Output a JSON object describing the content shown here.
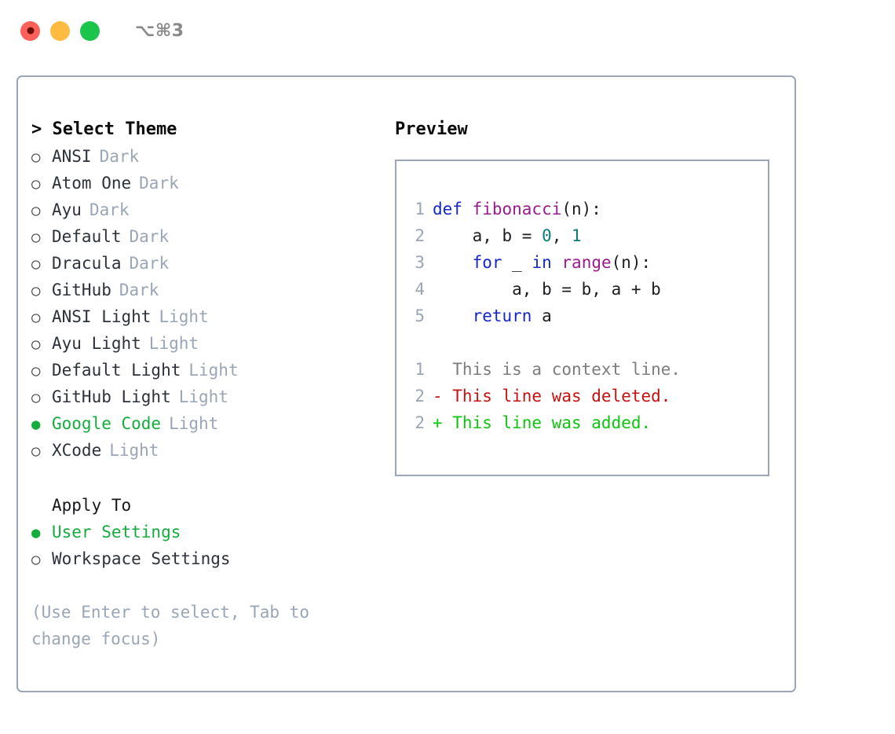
{
  "titlebar": {
    "shortcut": "⌥⌘3",
    "buttons": [
      {
        "name": "close",
        "color": "#fc6058"
      },
      {
        "name": "minimize",
        "color": "#fdbc40"
      },
      {
        "name": "zoom",
        "color": "#1bc54c"
      }
    ]
  },
  "theme_panel": {
    "heading": "> Select Theme",
    "marker_selected": "●",
    "marker_unselected": "○",
    "options": [
      {
        "name": "ANSI",
        "badge": "Dark",
        "selected": false
      },
      {
        "name": "Atom One",
        "badge": "Dark",
        "selected": false
      },
      {
        "name": "Ayu",
        "badge": "Dark",
        "selected": false
      },
      {
        "name": "Default",
        "badge": "Dark",
        "selected": false
      },
      {
        "name": "Dracula",
        "badge": "Dark",
        "selected": false
      },
      {
        "name": "GitHub",
        "badge": "Dark",
        "selected": false
      },
      {
        "name": "ANSI Light",
        "badge": "Light",
        "selected": false
      },
      {
        "name": "Ayu Light",
        "badge": "Light",
        "selected": false
      },
      {
        "name": "Default Light",
        "badge": "Light",
        "selected": false
      },
      {
        "name": "GitHub Light",
        "badge": "Light",
        "selected": false
      },
      {
        "name": "Google Code",
        "badge": "Light",
        "selected": true
      },
      {
        "name": "XCode",
        "badge": "Light",
        "selected": false
      }
    ]
  },
  "apply_to": {
    "label": "Apply To",
    "options": [
      {
        "name": "User Settings",
        "selected": true
      },
      {
        "name": "Workspace Settings",
        "selected": false
      }
    ]
  },
  "hint": "(Use Enter to select, Tab to change focus)",
  "preview": {
    "heading": "Preview",
    "code_lines": [
      {
        "lineno": "1",
        "tokens": [
          {
            "text": "def ",
            "type": "kw"
          },
          {
            "text": "fibonacci",
            "type": "fn"
          },
          {
            "text": "(n):",
            "type": "plain"
          }
        ]
      },
      {
        "lineno": "2",
        "tokens": [
          {
            "text": "    a, b = ",
            "type": "plain"
          },
          {
            "text": "0",
            "type": "num"
          },
          {
            "text": ", ",
            "type": "plain"
          },
          {
            "text": "1",
            "type": "num"
          }
        ]
      },
      {
        "lineno": "3",
        "tokens": [
          {
            "text": "    ",
            "type": "plain"
          },
          {
            "text": "for",
            "type": "kw"
          },
          {
            "text": " _ ",
            "type": "plain"
          },
          {
            "text": "in",
            "type": "kw"
          },
          {
            "text": " ",
            "type": "plain"
          },
          {
            "text": "range",
            "type": "fn"
          },
          {
            "text": "(n):",
            "type": "plain"
          }
        ]
      },
      {
        "lineno": "4",
        "tokens": [
          {
            "text": "        a, b = b, a + b",
            "type": "plain"
          }
        ]
      },
      {
        "lineno": "5",
        "tokens": [
          {
            "text": "    ",
            "type": "plain"
          },
          {
            "text": "return",
            "type": "kw"
          },
          {
            "text": " a",
            "type": "plain"
          }
        ]
      }
    ],
    "diff_lines": [
      {
        "lineno": "1",
        "marker": " ",
        "text": "  This is a context line.",
        "type": "context"
      },
      {
        "lineno": "2",
        "marker": "-",
        "text": "- This line was deleted.",
        "type": "deleted"
      },
      {
        "lineno": "2",
        "marker": "+",
        "text": "+ This line was added.",
        "type": "added"
      }
    ]
  },
  "colors": {
    "accent_green": "#13ad3d",
    "muted": "#9aa5b5",
    "border": "#9aa5b5",
    "keyword": "#1327cc",
    "function": "#9c1a8f",
    "number": "#0c7b77",
    "diff_deleted": "#c81010",
    "diff_added": "#0ec40e",
    "diff_context": "#7d7d7d"
  }
}
